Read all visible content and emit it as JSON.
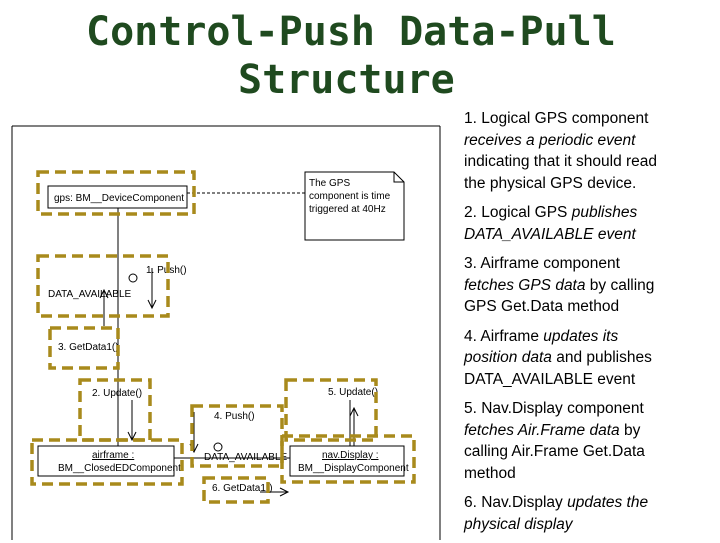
{
  "title": {
    "line1": "Control-Push Data-Pull",
    "line2": "Structure",
    "color": "#1f4a1f"
  },
  "steps": [
    {
      "lines": [
        [
          {
            "t": "1. Logical GPS component",
            "i": false
          }
        ],
        [
          {
            "t": "receives a periodic event",
            "i": true
          }
        ],
        [
          {
            "t": "indicating that it should read",
            "i": false
          }
        ],
        [
          {
            "t": "the physical GPS device.",
            "i": false
          }
        ]
      ]
    },
    {
      "lines": [
        [
          {
            "t": "2. Logical GPS ",
            "i": false
          },
          {
            "t": "publishes",
            "i": true
          }
        ],
        [
          {
            "t": "DATA_AVAILABLE event",
            "i": true
          }
        ]
      ]
    },
    {
      "lines": [
        [
          {
            "t": "3. Airframe component",
            "i": false
          }
        ],
        [
          {
            "t": "fetches GPS data",
            "i": true
          },
          {
            "t": " by calling",
            "i": false
          }
        ],
        [
          {
            "t": "GPS Get.Data method",
            "i": false
          }
        ]
      ]
    },
    {
      "lines": [
        [
          {
            "t": "4. Airframe ",
            "i": false
          },
          {
            "t": "updates its",
            "i": true
          }
        ],
        [
          {
            "t": "position data",
            "i": true
          },
          {
            "t": " and publishes",
            "i": false
          }
        ],
        [
          {
            "t": "DATA_AVAILABLE event",
            "i": false
          }
        ]
      ]
    },
    {
      "lines": [
        [
          {
            "t": "5. Nav.Display component",
            "i": false
          }
        ],
        [
          {
            "t": "fetches Air.Frame data",
            "i": true
          },
          {
            "t": " by",
            "i": false
          }
        ],
        [
          {
            "t": "calling Air.Frame Get.Data",
            "i": false
          }
        ],
        [
          {
            "t": "method",
            "i": false
          }
        ]
      ]
    },
    {
      "lines": [
        [
          {
            "t": "6. Nav.Display ",
            "i": false
          },
          {
            "t": "updates the",
            "i": true
          }
        ],
        [
          {
            "t": "physical display",
            "i": true
          }
        ]
      ]
    }
  ],
  "diagram": {
    "gps_component": "gps: BM__DeviceComponent",
    "note_lines": [
      "The GPS",
      "component is time",
      "triggered at 40Hz"
    ],
    "push_1": "1. Push()",
    "data_available_1": "DATA_AVAILABLE",
    "get_data_3": "3. GetData1()",
    "update_2": "2. Update()",
    "update_5": "5. Update()",
    "push_4": "4. Push()",
    "airframe_name": "airframe :",
    "airframe_type": "BM__ClosedEDComponent",
    "data_available_2": "DATA_AVAILABLE",
    "navdisplay_name": "nav.Display :",
    "navdisplay_type": "BM__DisplayComponent",
    "get_data_6": "6. GetData1()"
  },
  "colors": {
    "dash": "#a88a1c"
  }
}
